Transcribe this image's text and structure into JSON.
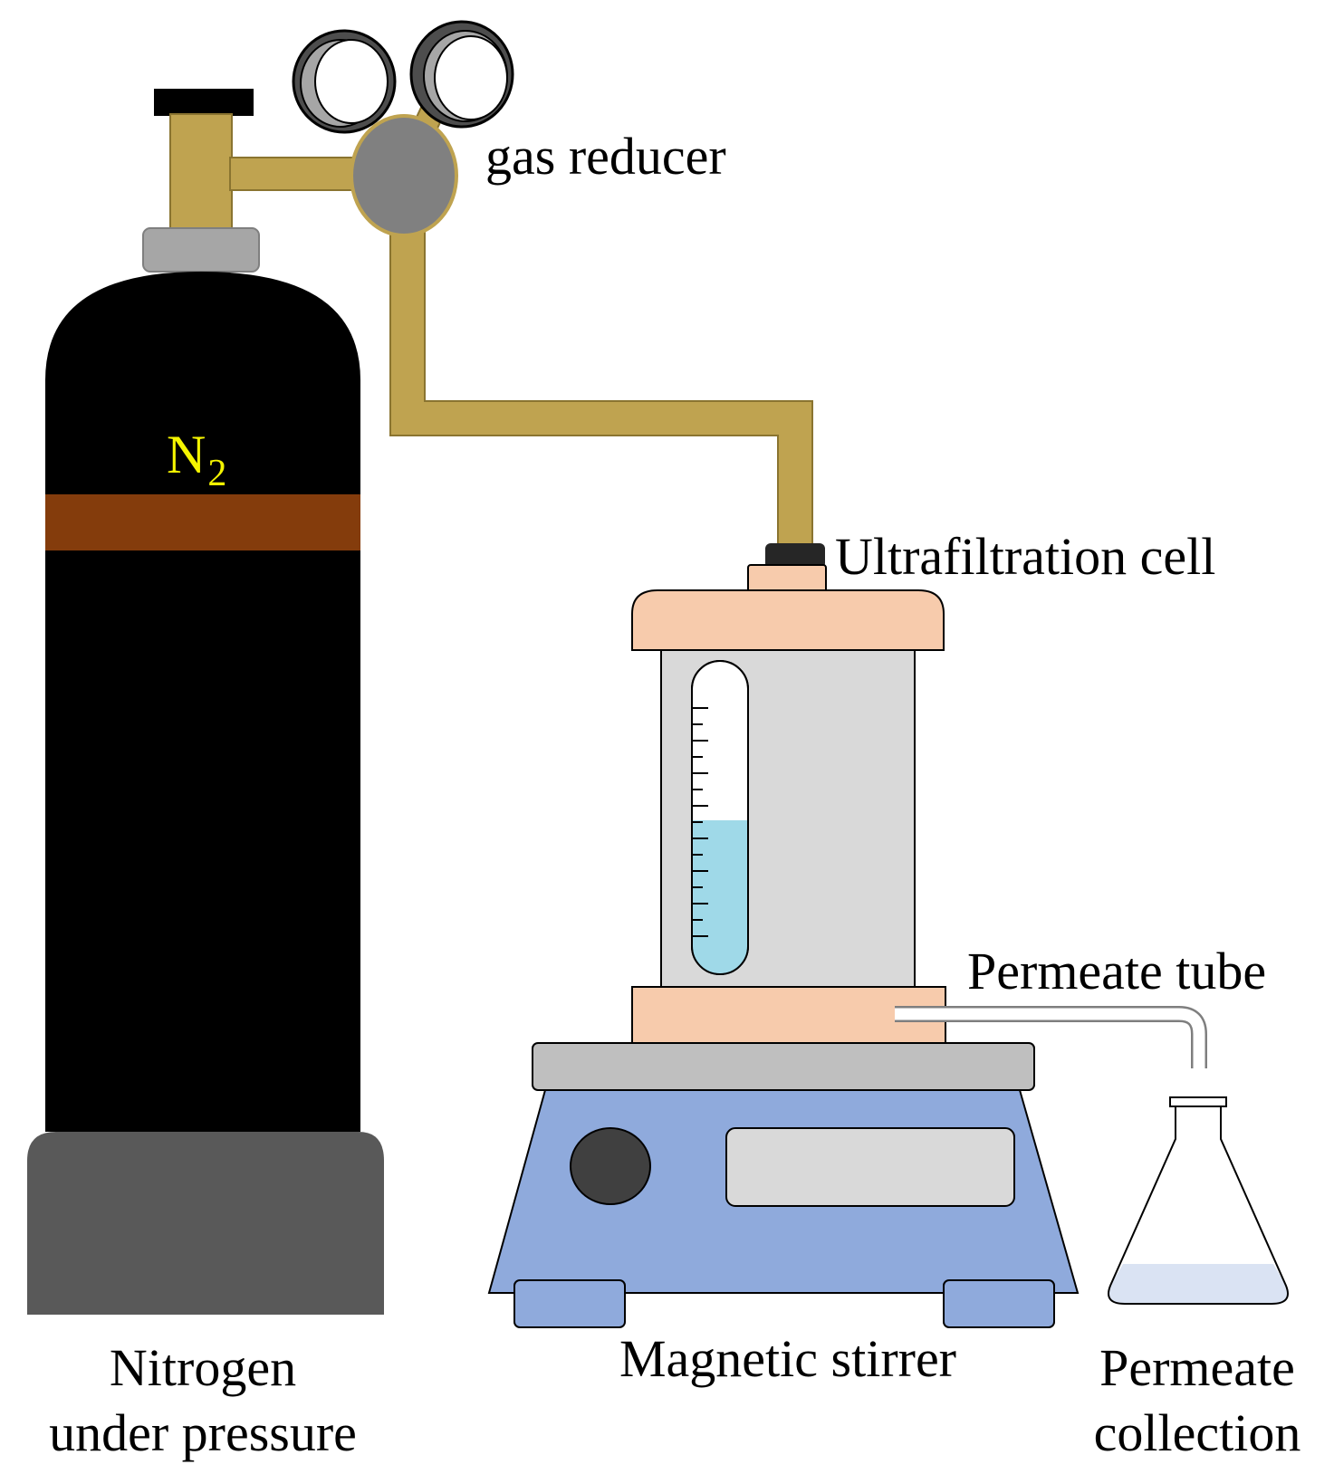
{
  "labels": {
    "gas_reducer": "gas reducer",
    "ultrafiltration_cell": "Ultrafiltration cell",
    "permeate_tube": "Permeate tube",
    "magnetic_stirrer": "Magnetic stirrer",
    "nitrogen_line1": "Nitrogen",
    "nitrogen_line2": "under pressure",
    "permeate_line1": "Permeate",
    "permeate_line2": "collection",
    "gas_symbol": "N",
    "gas_subscript": "2"
  },
  "colors": {
    "cylinder_body": "#000000",
    "cylinder_band": "#843c0c",
    "cylinder_base": "#595959",
    "cylinder_neck": "#a6a6a6",
    "gas_pipe": "#bfa350",
    "regulator": "#808080",
    "gauge_ring": "#7f7f7f",
    "cell_cap": "#f7cbac",
    "cell_body": "#d9d9d9",
    "solution": "#9fd9e8",
    "stirrer_top": "#bfbfbf",
    "stirrer_body": "#8faadc",
    "knob": "#404040",
    "display": "#d9d9d9",
    "flask_liquid": "#dae3f3",
    "label_text": "#000000",
    "gas_symbol_text": "#f4f400"
  }
}
